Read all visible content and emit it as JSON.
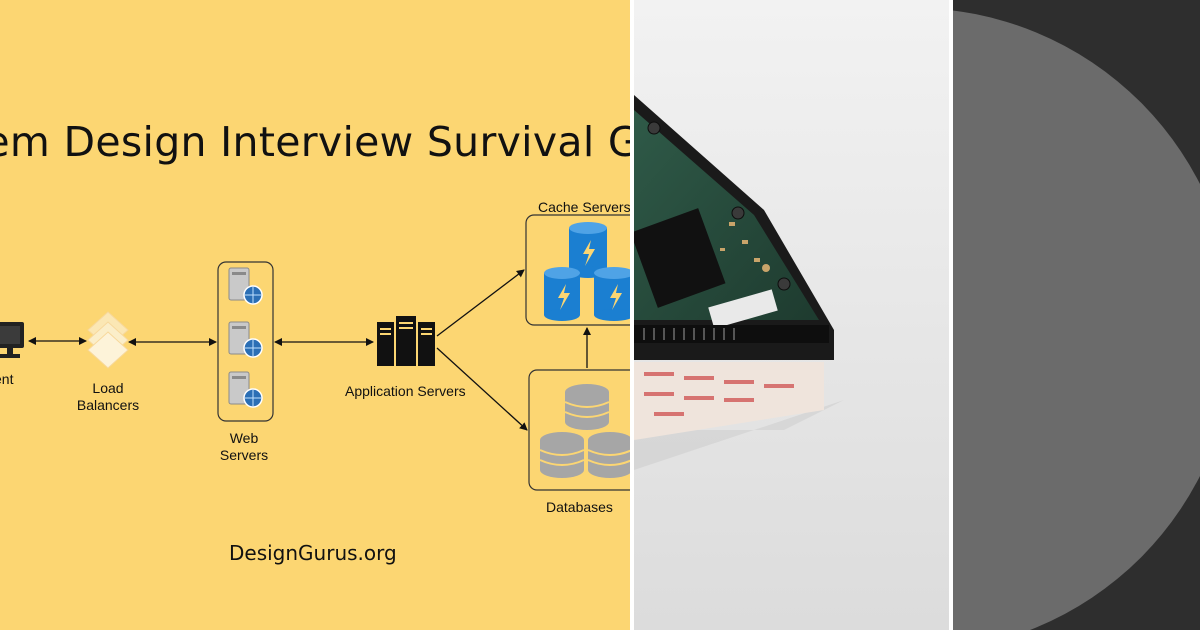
{
  "diagram": {
    "title": "tem Design Interview Survival G",
    "footer": "DesignGurus.org",
    "nodes": {
      "client": "ent",
      "load_balancers": "Load\nBalancers",
      "web_servers": "Web\nServers",
      "application_servers": "Application Servers",
      "cache_servers": "Cache Servers",
      "databases": "Databases"
    }
  },
  "colors": {
    "diagram_bg": "#fcd672",
    "cache_blue": "#1b7fd1",
    "db_gray": "#a6a6a6",
    "photo_bg": "#e9e9e9",
    "abstract_bg": "#2e2e2e",
    "abstract_circle": "#6b6b6b"
  },
  "icons": [
    "monitor-icon",
    "load-balancer-icon",
    "web-server-icon",
    "app-server-icon",
    "cache-cylinder-icon",
    "database-stack-icon"
  ]
}
